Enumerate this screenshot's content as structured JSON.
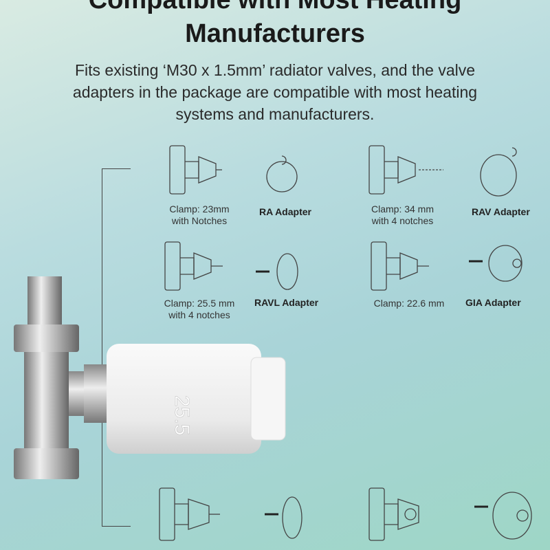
{
  "title": {
    "line1": "Compatible with Most Heating",
    "line2": "Manufacturers"
  },
  "description": "Fits existing ‘M30 x 1.5mm’ radiator valves, and the valve adapters in the package are compatible with most heating systems and manufacturers.",
  "items": [
    {
      "clamp": "Clamp: 23mm\nwith Notches",
      "adapter": "RA Adapter"
    },
    {
      "clamp": "Clamp: 34 mm\nwith 4 notches",
      "adapter": "RAV Adapter"
    },
    {
      "clamp": "Clamp: 25.5 mm\nwith 4 notches",
      "adapter": "RAVL Adapter"
    },
    {
      "clamp": "Clamp: 22.6 mm",
      "adapter": "GIA Adapter"
    }
  ],
  "device": {
    "display": "25.5",
    "color": "#f4f4f4"
  }
}
